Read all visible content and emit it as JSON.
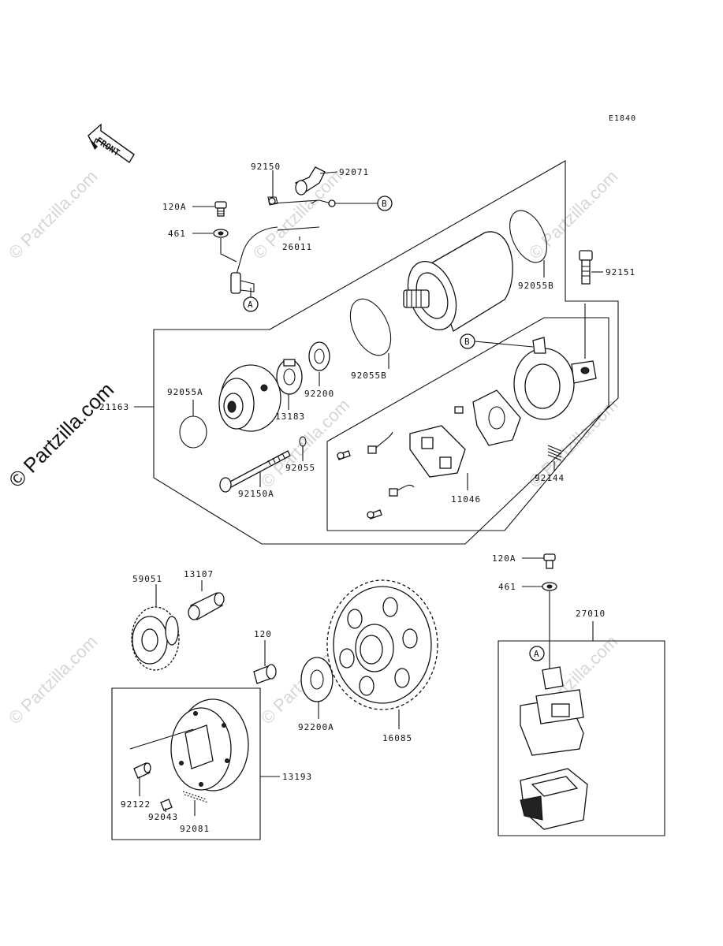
{
  "diagram_code": "E1840",
  "front_label": "FRONT",
  "watermark": "© Partzilla.com",
  "callouts": {
    "a": "A",
    "b": "B"
  },
  "parts": {
    "p92150": "92150",
    "p92071": "92071",
    "p120A_top": "120A",
    "p461_top": "461",
    "p26011": "26011",
    "p92055B_top": "92055B",
    "p92151": "92151",
    "p92055B_mid": "92055B",
    "p92200": "92200",
    "p13183": "13183",
    "p92055A": "92055A",
    "p21163": "21163",
    "p92055": "92055",
    "p92150A": "92150A",
    "p11046": "11046",
    "p92144": "92144",
    "p120A_bot": "120A",
    "p461_bot": "461",
    "p27010": "27010",
    "p59051": "59051",
    "p13107": "13107",
    "p120": "120",
    "p92200A": "92200A",
    "p16085": "16085",
    "p13193": "13193",
    "p92122": "92122",
    "p92043": "92043",
    "p92081": "92081"
  }
}
